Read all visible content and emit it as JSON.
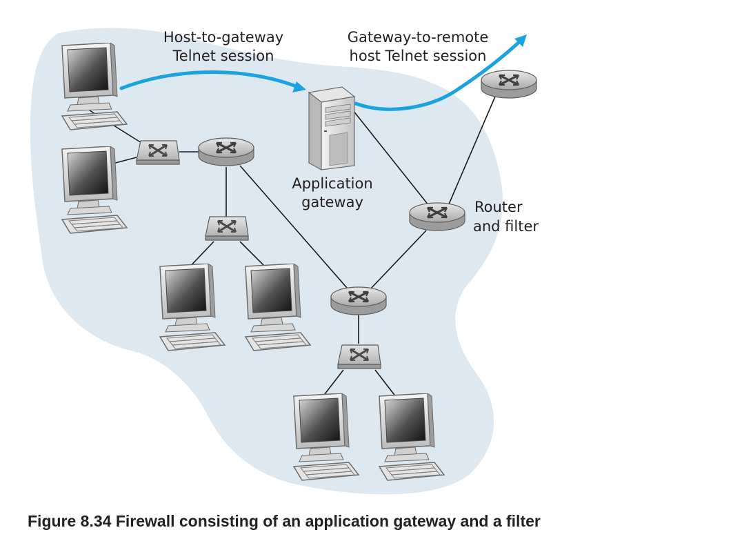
{
  "labels": {
    "host_to_gateway_line1": "Host-to-gateway",
    "host_to_gateway_line2": "Telnet session",
    "gateway_to_remote_line1": "Gateway-to-remote",
    "gateway_to_remote_line2": "host Telnet session",
    "app_gateway_line1": "Application",
    "app_gateway_line2": "gateway",
    "router_filter_line1": "Router",
    "router_filter_line2": "and filter"
  },
  "caption": "Figure 8.34 Firewall consisting of an application gateway and a filter",
  "colors": {
    "network_cloud": "#dde8f1",
    "session_arrow": "#1ba3e0",
    "text": "#231f20"
  },
  "icons": [
    "computer-icon",
    "switch-icon",
    "router-icon",
    "server-icon",
    "session-arrow-icon"
  ]
}
